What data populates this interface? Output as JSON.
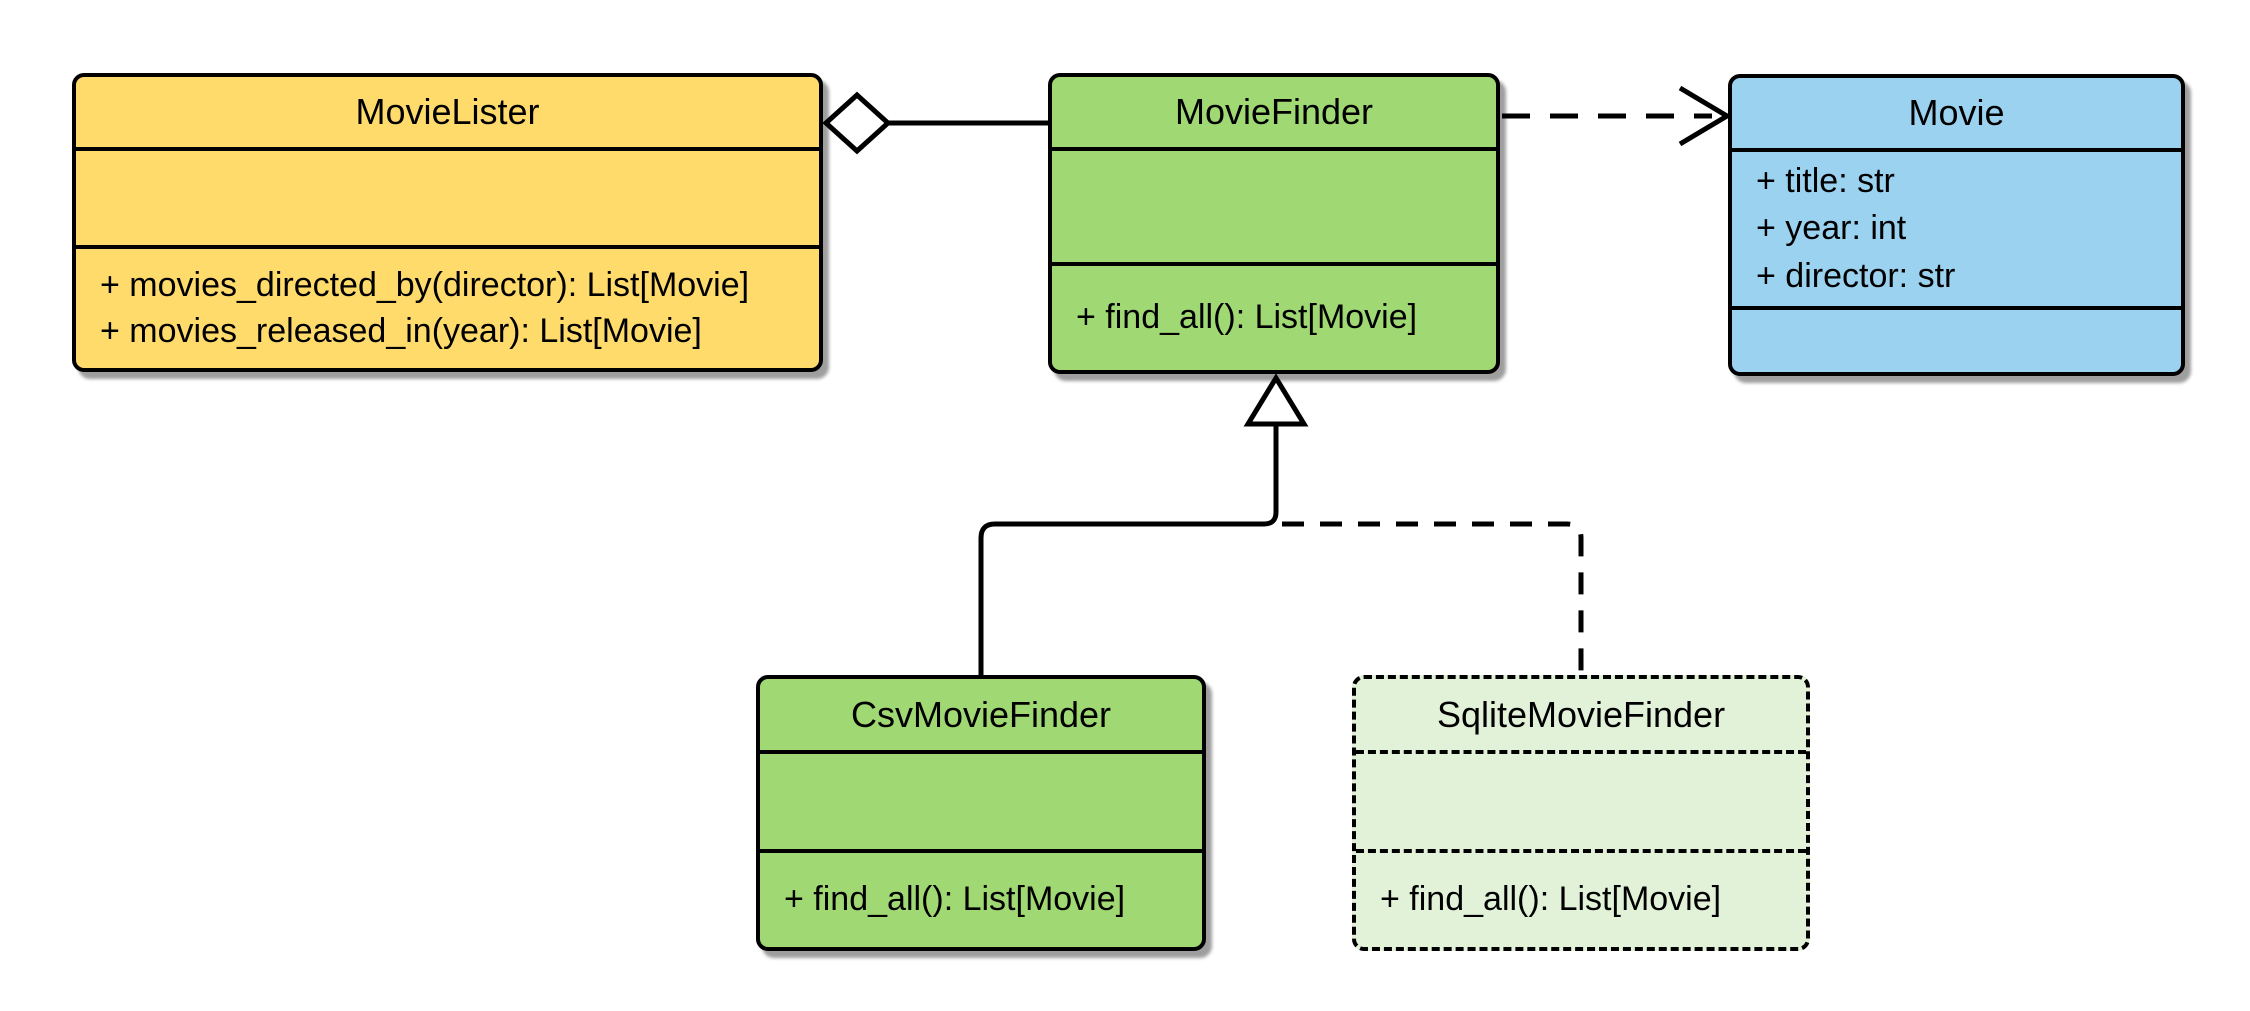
{
  "diagram_type": "uml-class-diagram",
  "colors": {
    "background": "#FFFFFF",
    "stroke": "#000000",
    "yellow_fill": "#FFDB6C",
    "green_fill": "#A0D874",
    "blue_fill": "#9BD2F0",
    "light_green_fill": "#E2F2D9"
  },
  "classes": [
    {
      "name": "MovieLister",
      "fill": "#FFDB6C",
      "border_style": "solid",
      "attributes": [],
      "methods": [
        "+ movies_directed_by(director): List[Movie]",
        "+ movies_released_in(year): List[Movie]"
      ]
    },
    {
      "name": "MovieFinder",
      "fill": "#A0D874",
      "border_style": "solid",
      "attributes": [],
      "methods": [
        "+ find_all(): List[Movie]"
      ]
    },
    {
      "name": "Movie",
      "fill": "#9BD2F0",
      "border_style": "solid",
      "attributes": [
        "+ title: str",
        "+ year: int",
        "+ director: str"
      ],
      "methods": []
    },
    {
      "name": "CsvMovieFinder",
      "fill": "#A0D874",
      "border_style": "solid",
      "attributes": [],
      "methods": [
        "+ find_all(): List[Movie]"
      ]
    },
    {
      "name": "SqliteMovieFinder",
      "fill": "#E2F2D9",
      "border_style": "dashed",
      "attributes": [],
      "methods": [
        "+ find_all(): List[Movie]"
      ]
    }
  ],
  "relationships": [
    {
      "type": "aggregation",
      "source": "MovieLister",
      "target": "MovieFinder",
      "line": "solid",
      "marker": "hollow-diamond"
    },
    {
      "type": "dependency",
      "source": "MovieFinder",
      "target": "Movie",
      "line": "dashed",
      "marker": "open-arrow"
    },
    {
      "type": "generalization",
      "source": "CsvMovieFinder",
      "target": "MovieFinder",
      "line": "solid",
      "marker": "hollow-triangle"
    },
    {
      "type": "generalization",
      "source": "SqliteMovieFinder",
      "target": "MovieFinder",
      "line": "dashed",
      "marker": "hollow-triangle"
    }
  ]
}
